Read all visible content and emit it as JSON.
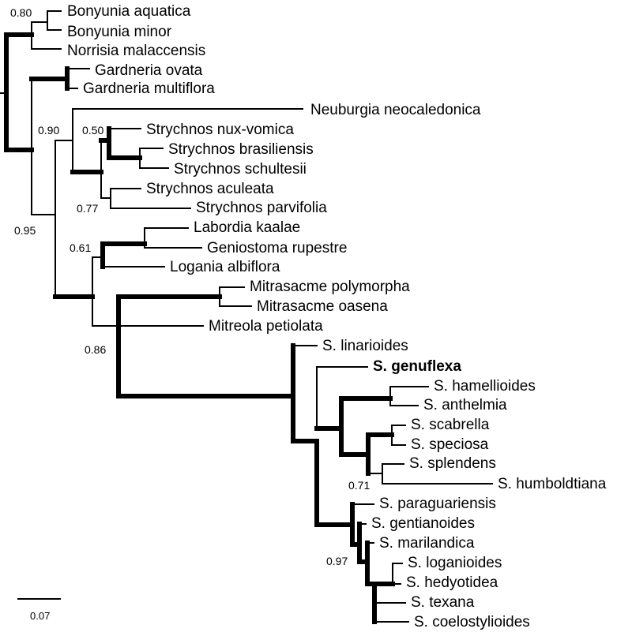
{
  "taxa": [
    "Bonyunia aquatica",
    "Bonyunia minor",
    "Norrisia malaccensis",
    "Gardneria ovata",
    "Gardneria multiflora",
    "Neuburgia neocaledonica",
    "Strychnos nux-vomica",
    "Strychnos brasiliensis",
    "Strychnos schultesii",
    "Strychnos aculeata",
    "Strychnos parvifolia",
    "Labordia kaalae",
    "Geniostoma rupestre",
    "Logania albiflora",
    "Mitrasacme polymorpha",
    "Mitrasacme oasena",
    "Mitreola petiolata",
    "S. linarioides",
    "S. genuflexa",
    "S. hamellioides",
    "S. anthelmia",
    "S. scabrella",
    "S. speciosa",
    "S. splendens",
    "S. humboldtiana",
    "S. paraguariensis",
    "S. gentianoides",
    "S. marilandica",
    "S. loganioides",
    "S.  hedyotidea",
    "S. texana",
    "S. coelostylioides"
  ],
  "highlighted_taxon": "S. genuflexa",
  "support_values": {
    "bonyunia_clade": "0.80",
    "neuburgia_strychnos_clade": "0.90",
    "strychnos_nux_clade": "0.50",
    "strychnos_aculeata_clade": "0.77",
    "core_clade": "0.95",
    "labordia_clade": "0.61",
    "mitrasacme_spigelia_clade": "0.86",
    "hamellioides_clade": "0.71",
    "paraguariensis_clade": "0.97"
  },
  "scale_bar": {
    "label": "0.07",
    "value": 0.07
  },
  "colors": {
    "line": "#000000",
    "background": "#ffffff"
  }
}
